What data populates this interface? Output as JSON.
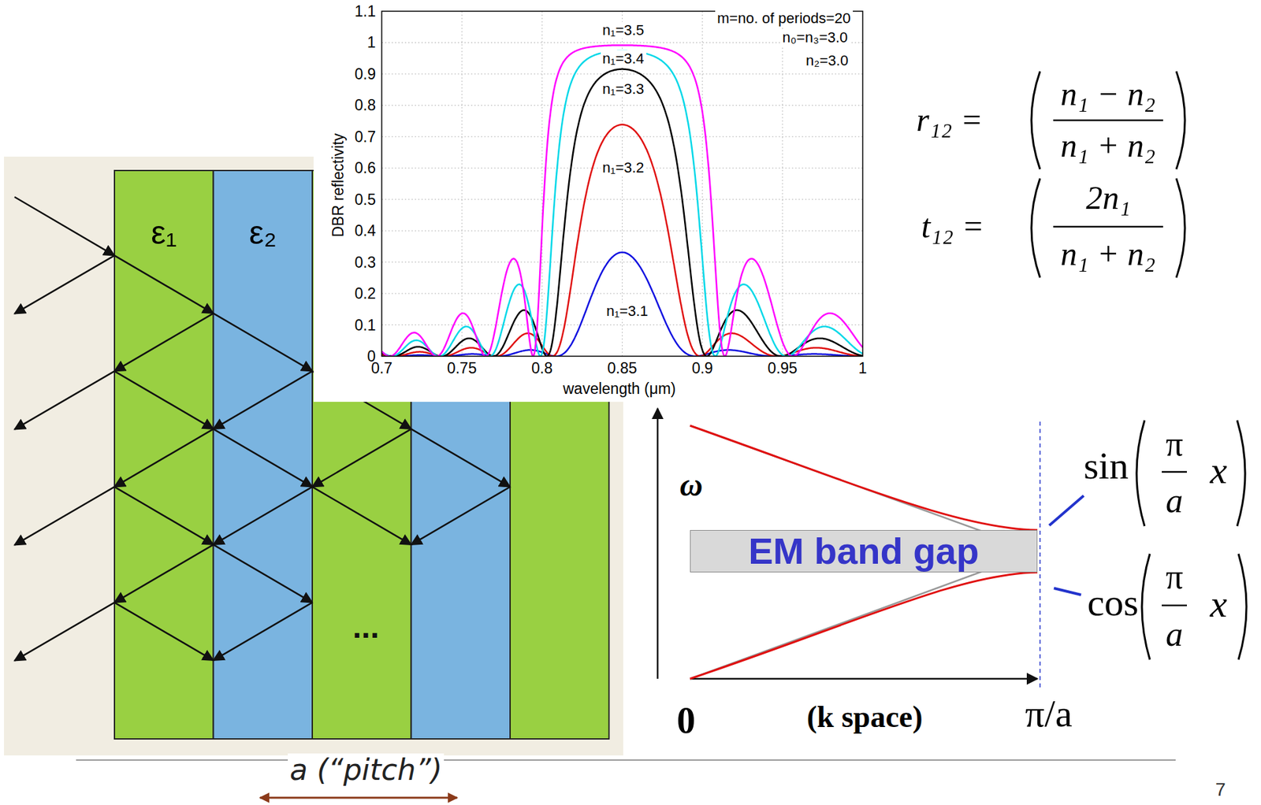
{
  "diagram": {
    "nodes": [
      {
        "text": [
          "ε₁"
        ]
      },
      {
        "text": [
          "ε₂"
        ]
      },
      {
        "text": [
          "EM band gap"
        ]
      }
    ],
    "labels": [
      "1.1",
      "1",
      "0.9",
      "0.8",
      "0.7",
      "0.6",
      "0.5",
      "0.4",
      "0.3",
      "0.2",
      "0.1",
      "0",
      "0.7",
      "0.75",
      "0.8",
      "0.85",
      "0.9",
      "0.95",
      "1",
      "DBR reflectivity",
      "wavelength (μm)",
      "n₁=3.5",
      "n₁=3.4",
      "n₁=3.3",
      "n₁=3.2",
      "n₁=3.1",
      "m=no. of periods=20",
      "n₀=n₃=3.0",
      "n₂=3.0",
      "r₁₂ =",
      "n₁ − n₂",
      "n₁ + n₂",
      "t₁₂ =",
      "2n₁",
      "n₁ + n₂",
      "ω",
      "0",
      "(k space)",
      "π/a",
      "sin",
      "π",
      "a",
      "x",
      "cos",
      "π",
      "a",
      "x",
      "...",
      "a (“pitch”)",
      "7"
    ]
  }
}
